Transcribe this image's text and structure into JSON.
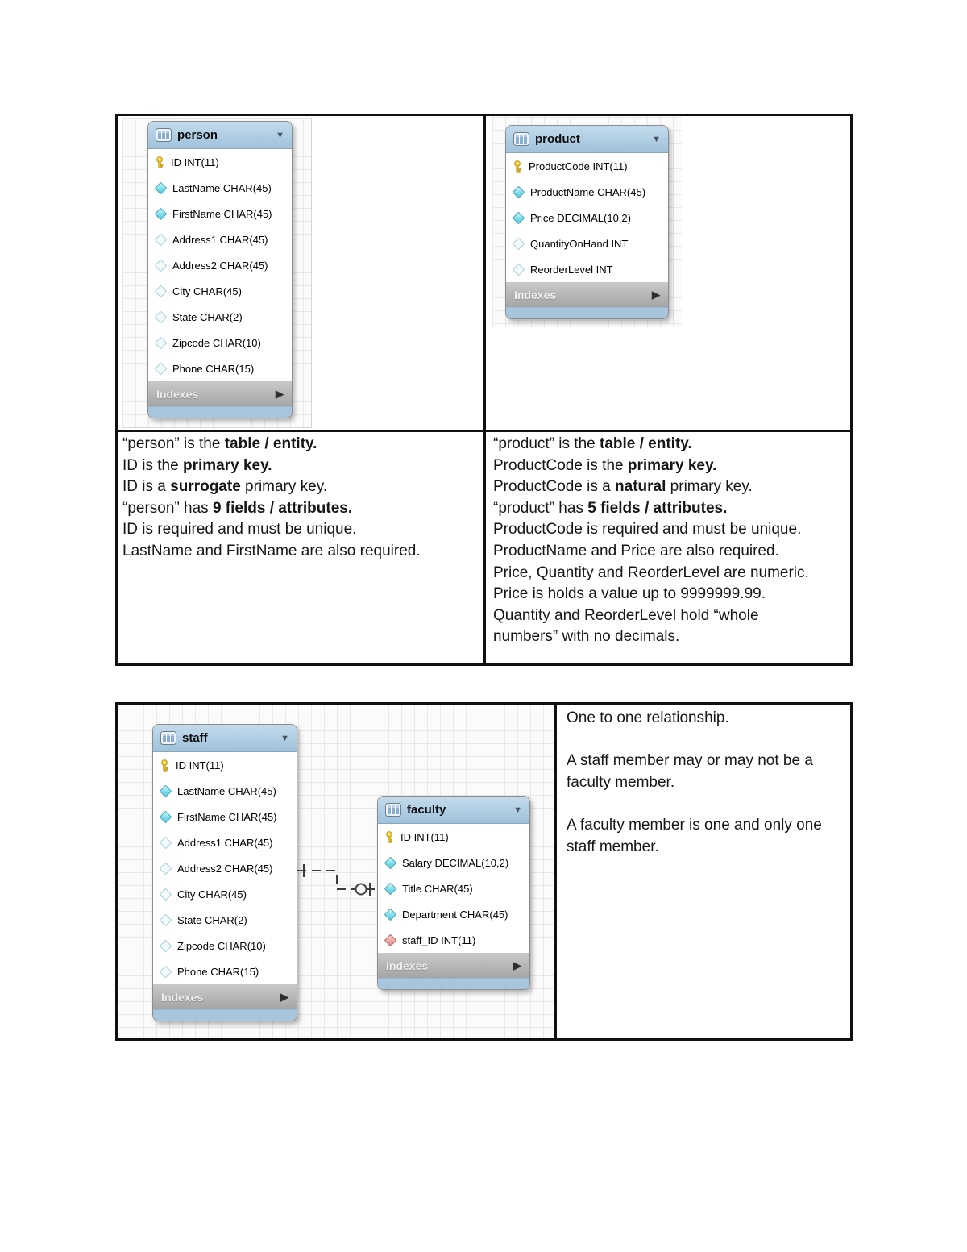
{
  "icons": {
    "collapse": "▼",
    "expand": "▶"
  },
  "colors": {
    "header_blue": "#9fc2db",
    "header_blue_light": "#c3dbec",
    "footer_blue": "#a7c6dd",
    "grid_line": "#e8e8e8",
    "column_cyan": "#7adeed",
    "column_red": "#e08a8a",
    "key_yellow": "#f6d33f",
    "connector": "#3d3d3d"
  },
  "tables": [
    {
      "name": "person",
      "indexes_label": "Indexes",
      "fields": [
        {
          "icon": "key",
          "text": "ID INT(11)"
        },
        {
          "icon": "filled",
          "text": "LastName CHAR(45)"
        },
        {
          "icon": "filled",
          "text": "FirstName CHAR(45)"
        },
        {
          "icon": "hollow",
          "text": "Address1 CHAR(45)"
        },
        {
          "icon": "hollow",
          "text": "Address2 CHAR(45)"
        },
        {
          "icon": "hollow",
          "text": "City CHAR(45)"
        },
        {
          "icon": "hollow",
          "text": "State CHAR(2)"
        },
        {
          "icon": "hollow",
          "text": "Zipcode CHAR(10)"
        },
        {
          "icon": "hollow",
          "text": "Phone CHAR(15)"
        }
      ]
    },
    {
      "name": "product",
      "indexes_label": "Indexes",
      "fields": [
        {
          "icon": "key",
          "text": "ProductCode INT(11)"
        },
        {
          "icon": "filled",
          "text": "ProductName CHAR(45)"
        },
        {
          "icon": "filled",
          "text": "Price DECIMAL(10,2)"
        },
        {
          "icon": "hollow",
          "text": "QuantityOnHand INT"
        },
        {
          "icon": "hollow",
          "text": "ReorderLevel INT"
        }
      ]
    },
    {
      "name": "staff",
      "indexes_label": "Indexes",
      "fields": [
        {
          "icon": "key",
          "text": "ID INT(11)"
        },
        {
          "icon": "filled",
          "text": "LastName CHAR(45)"
        },
        {
          "icon": "filled",
          "text": "FirstName CHAR(45)"
        },
        {
          "icon": "hollow",
          "text": "Address1 CHAR(45)"
        },
        {
          "icon": "hollow",
          "text": "Address2 CHAR(45)"
        },
        {
          "icon": "hollow",
          "text": "City CHAR(45)"
        },
        {
          "icon": "hollow",
          "text": "State CHAR(2)"
        },
        {
          "icon": "hollow",
          "text": "Zipcode CHAR(10)"
        },
        {
          "icon": "hollow",
          "text": "Phone CHAR(15)"
        }
      ]
    },
    {
      "name": "faculty",
      "indexes_label": "Indexes",
      "fields": [
        {
          "icon": "key",
          "text": "ID INT(11)"
        },
        {
          "icon": "filled",
          "text": "Salary DECIMAL(10,2)"
        },
        {
          "icon": "filled",
          "text": "Title CHAR(45)"
        },
        {
          "icon": "filled",
          "text": "Department CHAR(45)"
        },
        {
          "icon": "red",
          "text": "staff_ID INT(11)"
        }
      ]
    }
  ],
  "notes": {
    "person": [
      [
        {
          "t": "“person” is the "
        },
        {
          "t": "table / entity.",
          "b": true
        }
      ],
      [
        {
          "t": "ID is the "
        },
        {
          "t": "primary key.",
          "b": true
        }
      ],
      [
        {
          "t": "ID is a "
        },
        {
          "t": "surrogate",
          "b": true
        },
        {
          "t": " primary key."
        }
      ],
      [
        {
          "t": "“person” has "
        },
        {
          "t": "9 fields / attributes.",
          "b": true
        }
      ],
      [
        {
          "t": "ID is required and must be unique."
        }
      ],
      [
        {
          "t": "LastName and FirstName are also required."
        }
      ]
    ],
    "product": [
      [
        {
          "t": "“product” is the "
        },
        {
          "t": "table / entity.",
          "b": true
        }
      ],
      [
        {
          "t": "ProductCode is the "
        },
        {
          "t": "primary key.",
          "b": true
        }
      ],
      [
        {
          "t": "ProductCode is a "
        },
        {
          "t": "natural",
          "b": true
        },
        {
          "t": " primary key."
        }
      ],
      [
        {
          "t": "“product” has "
        },
        {
          "t": "5 fields / attributes.",
          "b": true
        }
      ],
      [
        {
          "t": "ProductCode is required and must be unique."
        }
      ],
      [
        {
          "t": "ProductName and Price are also required."
        }
      ],
      [
        {
          "t": "Price, Quantity and ReorderLevel are numeric."
        }
      ],
      [
        {
          "t": "Price is holds a value up to 9999999.99."
        }
      ],
      [
        {
          "t": "Quantity and ReorderLevel hold “whole"
        }
      ],
      [
        {
          "t": "numbers” with no decimals."
        }
      ]
    ],
    "relationship": [
      [
        {
          "t": "One to one relationship."
        }
      ],
      [],
      [
        {
          "t": "A staff member may or may not be a"
        }
      ],
      [
        {
          "t": "faculty member."
        }
      ],
      [],
      [
        {
          "t": "A faculty member is one and only one"
        }
      ],
      [
        {
          "t": "staff member."
        }
      ]
    ]
  }
}
